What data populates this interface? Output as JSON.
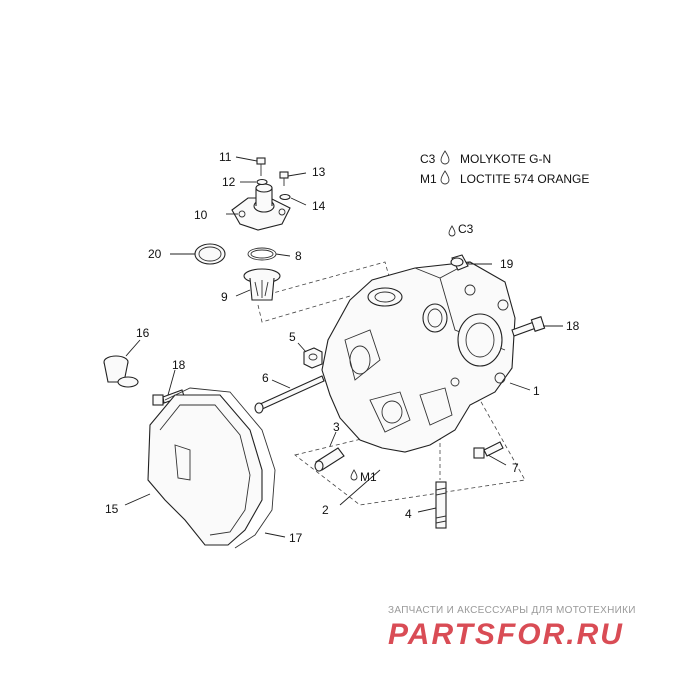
{
  "legend": [
    {
      "code": "C3",
      "text": "MOLYKOTE G-N"
    },
    {
      "code": "M1",
      "text": "LOCTITE 574 ORANGE"
    }
  ],
  "part_labels": [
    "1",
    "2",
    "3",
    "4",
    "5",
    "6",
    "7",
    "8",
    "9",
    "10",
    "11",
    "12",
    "13",
    "14",
    "15",
    "16",
    "17",
    "18",
    "18",
    "19",
    "20"
  ],
  "callouts": {
    "c3": "C3",
    "m1": "M1"
  },
  "watermark": {
    "tagline": "ЗАПЧАСТИ И АКСЕССУАРЫ ДЛЯ МОТОТЕХНИКИ",
    "brand_left": "PARTS",
    "brand_right": "FOR.RU"
  }
}
